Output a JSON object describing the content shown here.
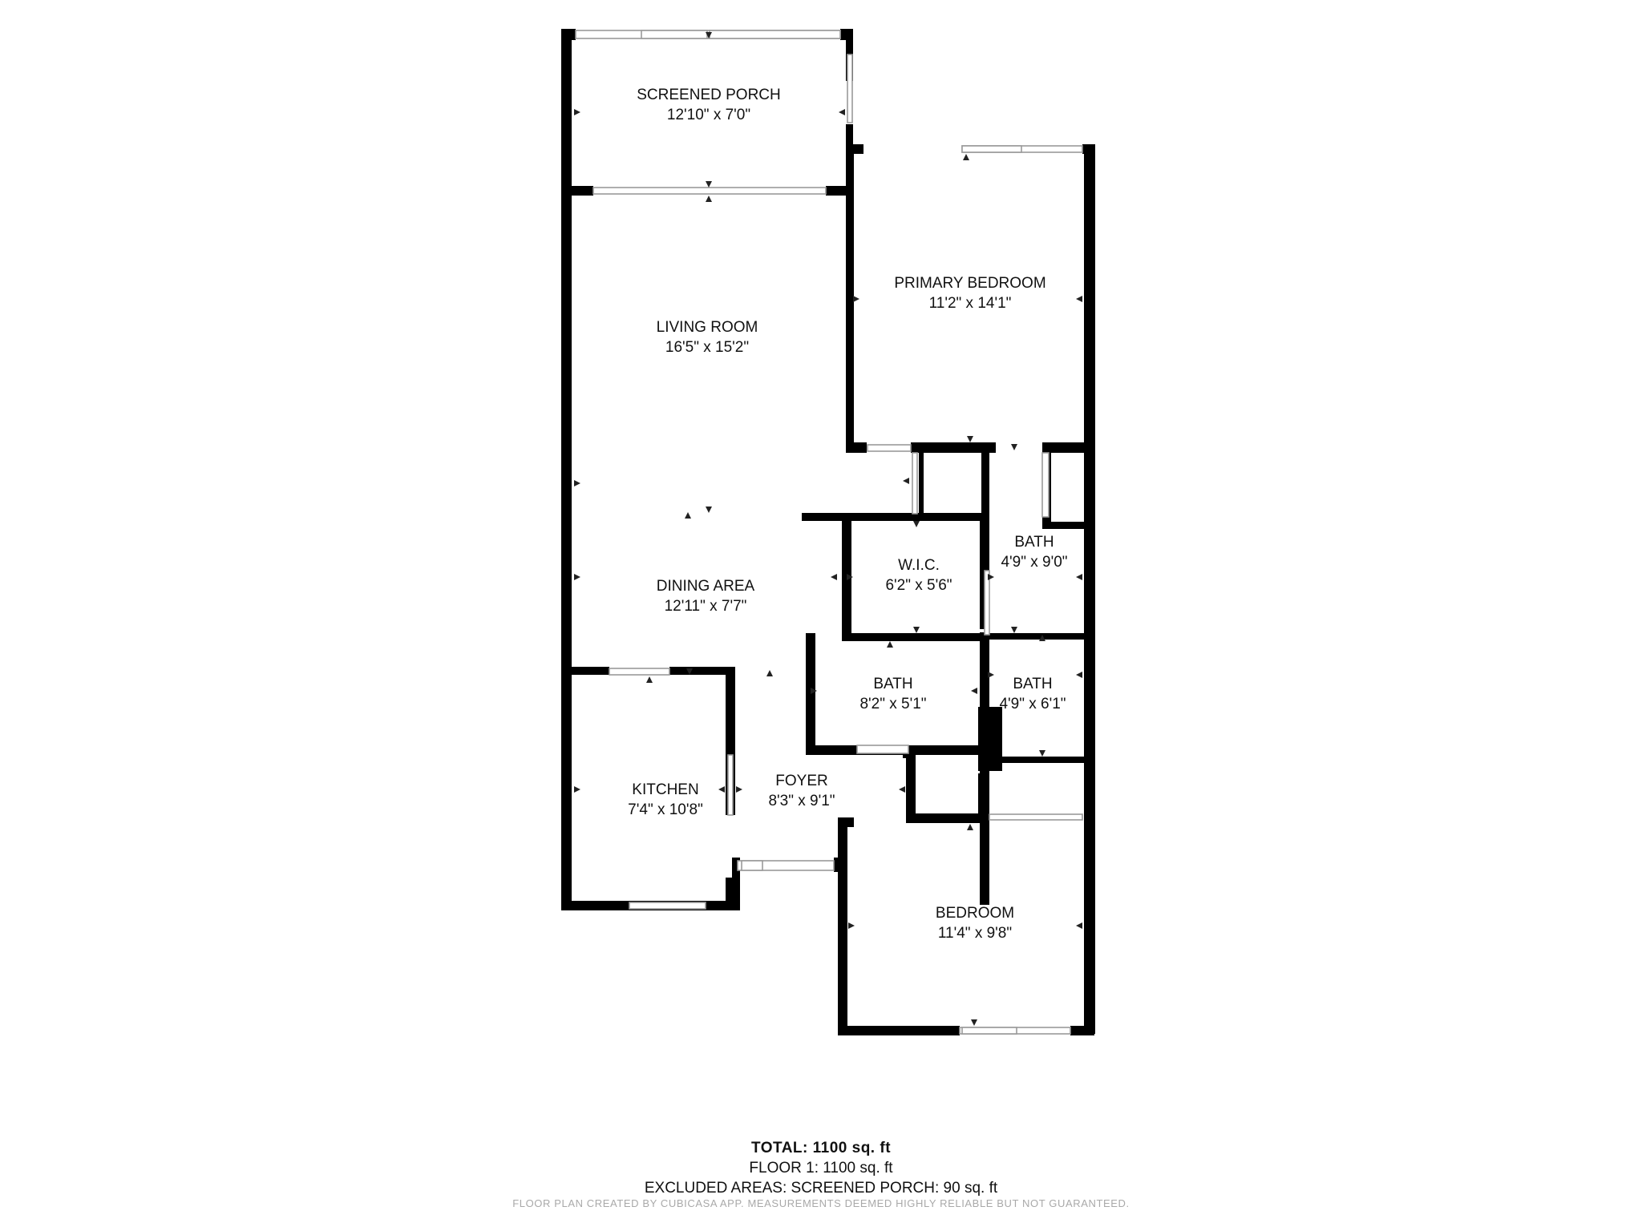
{
  "rooms": [
    {
      "name": "SCREENED PORCH",
      "dims": "12'10\" x 7'0\""
    },
    {
      "name": "LIVING ROOM",
      "dims": "16'5\" x 15'2\""
    },
    {
      "name": "PRIMARY BEDROOM",
      "dims": "11'2\" x 14'1\""
    },
    {
      "name": "DINING AREA",
      "dims": "12'11\" x 7'7\""
    },
    {
      "name": "W.I.C.",
      "dims": "6'2\" x 5'6\""
    },
    {
      "name": "BATH",
      "dims": "4'9\" x 9'0\""
    },
    {
      "name": "BATH",
      "dims": "8'2\" x 5'1\""
    },
    {
      "name": "BATH",
      "dims": "4'9\" x 6'1\""
    },
    {
      "name": "KITCHEN",
      "dims": "7'4\" x 10'8\""
    },
    {
      "name": "FOYER",
      "dims": "8'3\" x 9'1\""
    },
    {
      "name": "BEDROOM",
      "dims": "11'4\" x 9'8\""
    }
  ],
  "summary": {
    "total": "TOTAL: 1100 sq. ft",
    "floor": "FLOOR 1: 1100 sq. ft",
    "excluded": "EXCLUDED AREAS: SCREENED PORCH: 90 sq. ft"
  },
  "credit": "FLOOR PLAN CREATED BY CUBICASA APP. MEASUREMENTS DEEMED HIGHLY RELIABLE BUT NOT GUARANTEED.",
  "colors": {
    "wall": "#000000",
    "window": "#9a9a9a"
  }
}
